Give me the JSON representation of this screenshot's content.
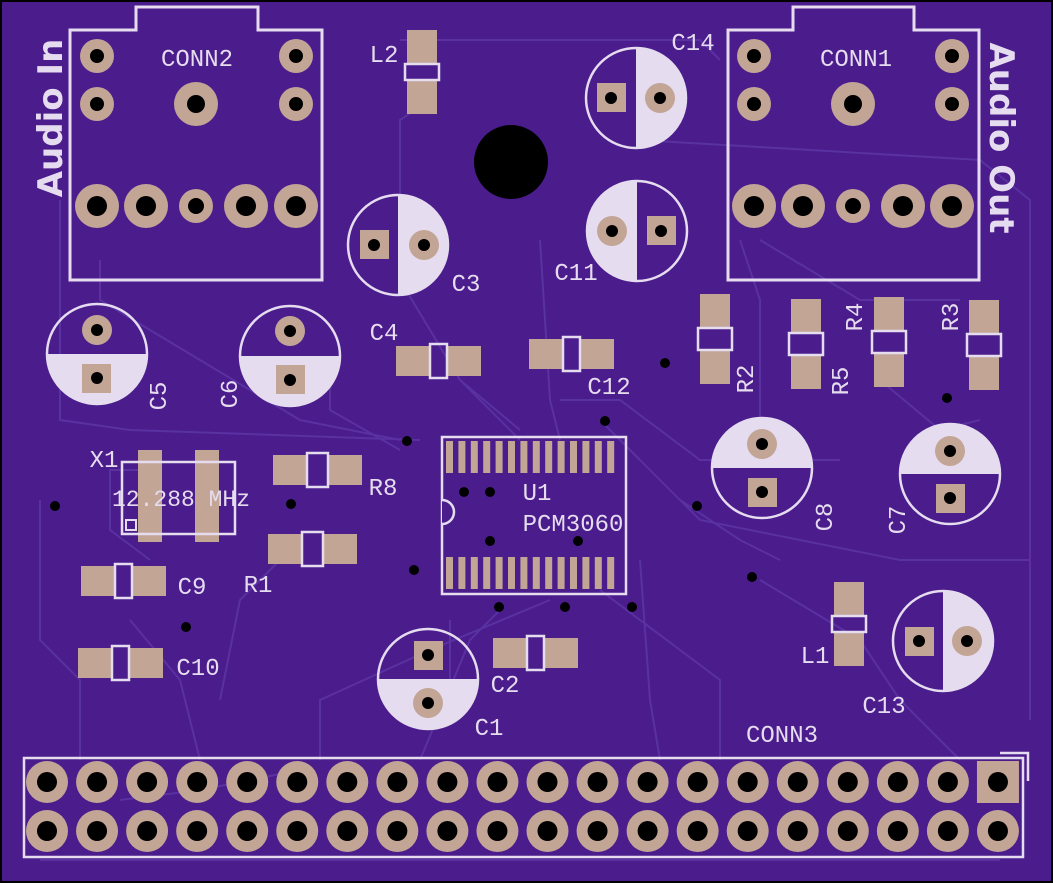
{
  "colors": {
    "board": "#4a1c8c",
    "trace": "#5a33a0",
    "silkscreen": "#e6dcef",
    "pad": "#c3a596",
    "hole": "#000000",
    "outline": "#000000"
  },
  "edge_labels": {
    "left": "Audio In",
    "right": "Audio Out"
  },
  "connectors": {
    "conn1": "CONN1",
    "conn2": "CONN2",
    "conn3": "CONN3"
  },
  "ic": {
    "ref": "U1",
    "part": "PCM3060"
  },
  "crystal": {
    "ref": "X1",
    "value": "12.288 MHz"
  },
  "capacitors": {
    "c1": "C1",
    "c2": "C2",
    "c3": "C3",
    "c4": "C4",
    "c5": "C5",
    "c6": "C6",
    "c7": "C7",
    "c8": "C8",
    "c9": "C9",
    "c10": "C10",
    "c11": "C11",
    "c12": "C12",
    "c13": "C13",
    "c14": "C14"
  },
  "resistors": {
    "r1": "R1",
    "r2": "R2",
    "r3": "R3",
    "r4": "R4",
    "r5": "R5",
    "r8": "R8"
  },
  "inductors": {
    "l1": "L1",
    "l2": "L2"
  },
  "header": {
    "columns": 20,
    "rows": 2
  }
}
